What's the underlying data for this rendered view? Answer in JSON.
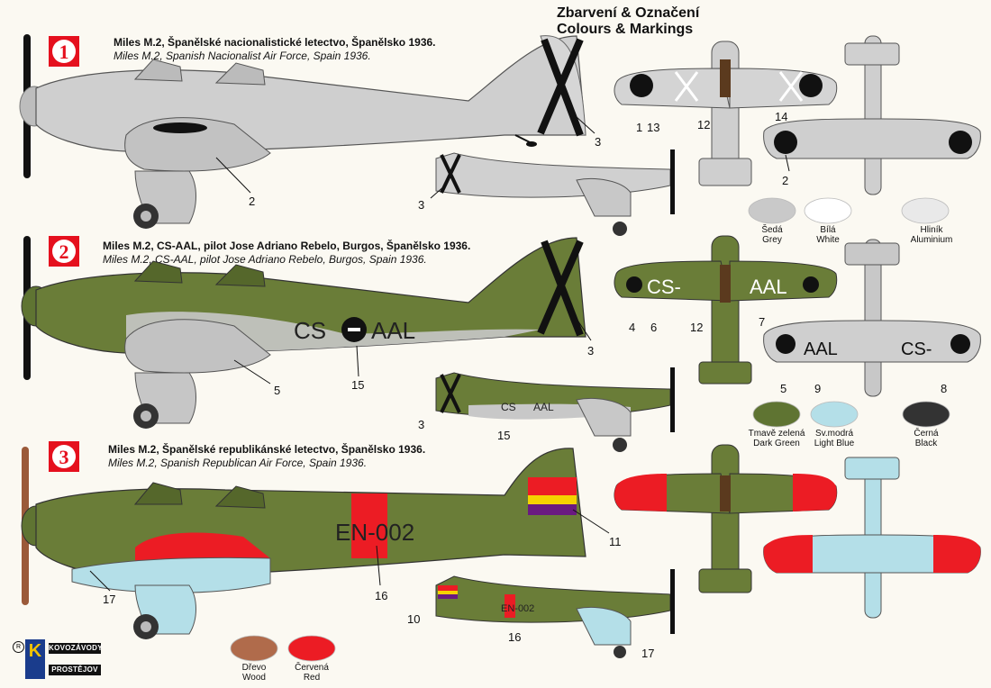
{
  "header": {
    "title_cz": "Zbarvení & Označení",
    "title_en": "Colours & Markings"
  },
  "schemes": [
    {
      "number": "1",
      "caption_cz": "Miles M.2, Španělské nacionalistické letectvo, Španělsko 1936.",
      "caption_en": "Miles M.2, Spanish Nacionalist Air Force, Spain 1936."
    },
    {
      "number": "2",
      "caption_cz": "Miles M.2, CS-AAL, pilot Jose Adriano Rebelo, Burgos, Španělsko 1936.",
      "caption_en": "Miles M.2, CS-AAL, pilot Jose Adriano Rebelo, Burgos, Spain 1936.",
      "registration_left": "CS",
      "registration_right": "AAL",
      "wing_reg_left": "CS-",
      "wing_reg_right": "AAL",
      "lower_reg_left": "AAL",
      "lower_reg_right": "CS-"
    },
    {
      "number": "3",
      "caption_cz": "Miles M.2, Španělské republikánské  letectvo, Španělsko 1936.",
      "caption_en": "Miles M.2, Spanish Republican Air Force, Spain 1936.",
      "code": "EN-002"
    }
  ],
  "callouts": {
    "s1": [
      "2",
      "3",
      "3",
      "1",
      "13",
      "12",
      "14",
      "2"
    ],
    "s2": [
      "5",
      "15",
      "3",
      "3",
      "15",
      "4",
      "6",
      "12",
      "7",
      "5",
      "9",
      "8"
    ],
    "s3": [
      "17",
      "16",
      "11",
      "10",
      "16",
      "17"
    ]
  },
  "swatches": [
    {
      "cz": "Šedá",
      "en": "Grey",
      "color": "#c9c9c9"
    },
    {
      "cz": "Bílá",
      "en": "White",
      "color": "#ffffff"
    },
    {
      "cz": "Hliník",
      "en": "Aluminium",
      "color": "#e9e9e9"
    },
    {
      "cz": "Tmavě zelená",
      "en": "Dark Green",
      "color": "#5f7432"
    },
    {
      "cz": "Sv.modrá",
      "en": "Light Blue",
      "color": "#b4dfe8"
    },
    {
      "cz": "Černá",
      "en": "Black",
      "color": "#333333"
    },
    {
      "cz": "Dřevo",
      "en": "Wood",
      "color": "#b06b4b"
    },
    {
      "cz": "Červená",
      "en": "Red",
      "color": "#ec1c24"
    }
  ],
  "logo": {
    "brand_top": "KOVOZÁVODY",
    "brand_bottom": "PROSTĚJOV",
    "letter": "K",
    "registered": "R"
  }
}
